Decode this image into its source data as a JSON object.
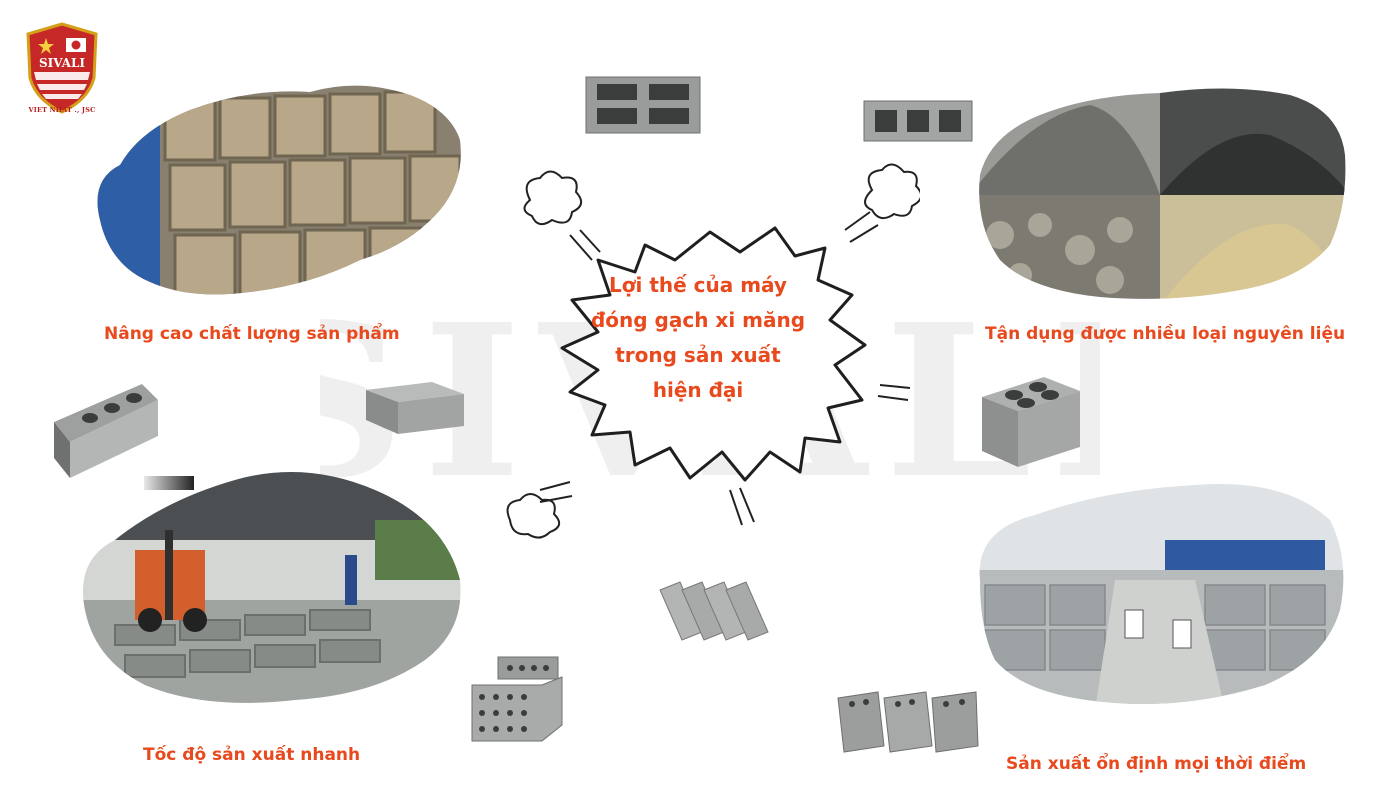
{
  "brand": {
    "logo_text": "SIVALI",
    "company": "VIET NHAT ., JSC",
    "watermark": "SIVALI"
  },
  "center": {
    "title_lines": [
      "Lợi thế của máy",
      "đóng gạch xi măng",
      "trong sản xuất",
      "hiện đại"
    ]
  },
  "benefits": [
    {
      "caption": "Nâng cao chất lượng sản phẩm"
    },
    {
      "caption": "Tận dụng được nhiều loại nguyên liệu"
    },
    {
      "caption": "Tốc độ sản xuất nhanh"
    },
    {
      "caption": "Sản xuất ổn định mọi thời điểm"
    }
  ],
  "colors": {
    "accent": "#e8491d",
    "logo_red": "#c62828",
    "logo_gold": "#d4a017",
    "watermark": "#ededed"
  }
}
